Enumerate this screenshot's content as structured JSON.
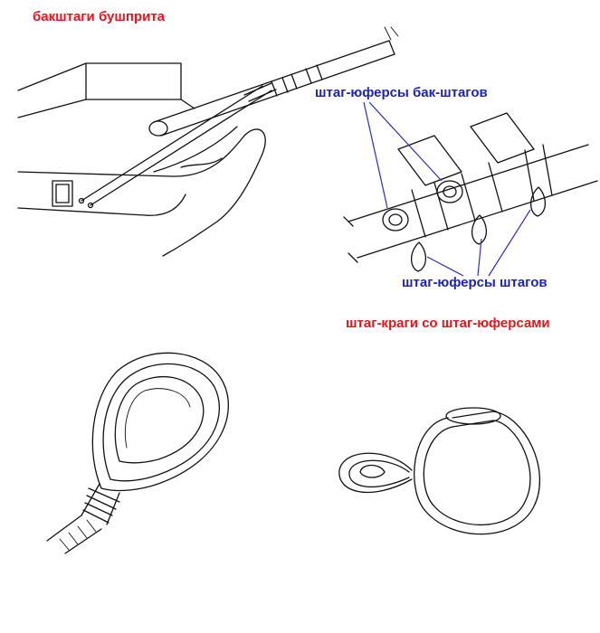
{
  "labels": {
    "bobstays": "бакштаги бушприта",
    "bobstay_hearts": "штаг-юферсы бак-штагов",
    "stay_hearts": "штаг-юферсы штагов",
    "collars": "штаг-краги со штаг-юферсами"
  },
  "colors": {
    "red_label": "#e8141e",
    "blue_label": "#1d22b8",
    "leader_lines": "#2a2fbf",
    "ink": "#111111"
  }
}
